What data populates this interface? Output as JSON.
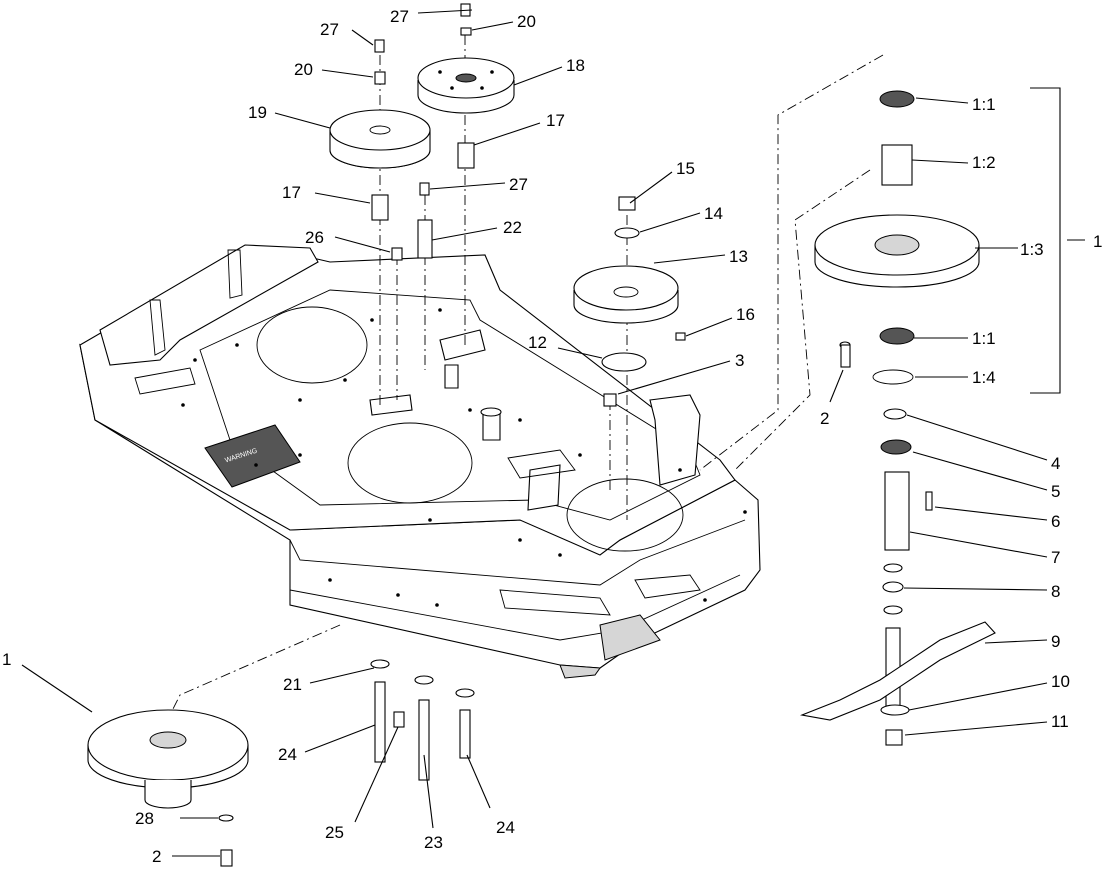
{
  "callouts": {
    "c1a": "1",
    "c1b": "1",
    "c1_1a": "1:1",
    "c1_2": "1:2",
    "c1_3": "1:3",
    "c1_1b": "1:1",
    "c1_4": "1:4",
    "c2a": "2",
    "c2b": "2",
    "c3": "3",
    "c4": "4",
    "c5": "5",
    "c6": "6",
    "c7": "7",
    "c8": "8",
    "c9": "9",
    "c10": "10",
    "c11": "11",
    "c12": "12",
    "c13": "13",
    "c14": "14",
    "c15": "15",
    "c16": "16",
    "c17a": "17",
    "c17b": "17",
    "c18": "18",
    "c19": "19",
    "c20a": "20",
    "c20b": "20",
    "c21": "21",
    "c22": "22",
    "c23": "23",
    "c24a": "24",
    "c24b": "24",
    "c25": "25",
    "c26": "26",
    "c27a": "27",
    "c27b": "27",
    "c27c": "27",
    "c28": "28"
  },
  "decal": {
    "text": "WARNING"
  }
}
